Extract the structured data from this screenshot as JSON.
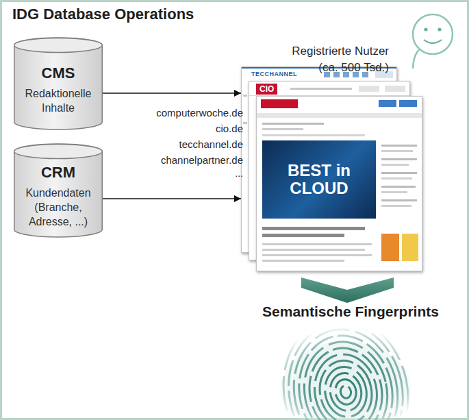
{
  "diagram": {
    "title": "IDG Database Operations",
    "nodes": [
      {
        "text": [
          "CMS",
          "Redaktionelle Inhalte"
        ]
      },
      {
        "text": [
          "CRM",
          "Kundendaten (Branche, Adresse, ...)"
        ]
      },
      {
        "text": [
          "TECCHANNEL"
        ]
      },
      {
        "text": [
          "CIO"
        ]
      },
      {
        "text": [
          "BEST in CLOUD"
        ]
      }
    ],
    "edges": [
      {
        "from": 0,
        "to": 2,
        "arrow": "to"
      },
      {
        "from": 1,
        "to": 2,
        "arrow": "to"
      }
    ],
    "labels": [
      "computerwoche.de",
      "cio.de",
      "tecchannel.de",
      "channelpartner.de",
      "...",
      "Registrierte Nutzer (ca. 500 Tsd.)",
      "Semantische Fingerprints"
    ]
  }
}
